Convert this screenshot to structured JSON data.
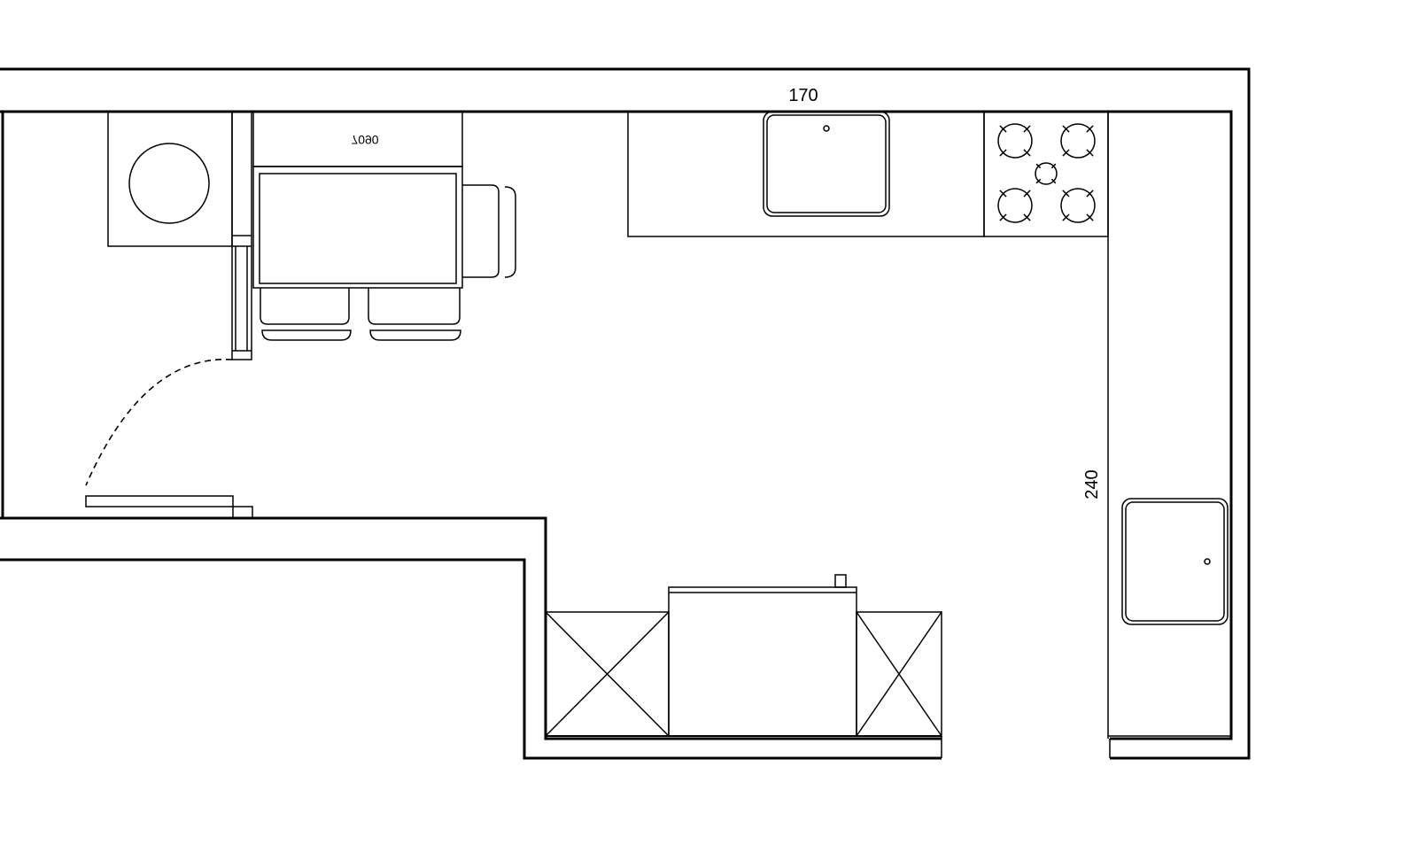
{
  "dimensions": {
    "top_width": "170",
    "right_length": "240"
  },
  "appliance_label": "7090",
  "colors": {
    "line": "#000000",
    "background": "#ffffff"
  }
}
